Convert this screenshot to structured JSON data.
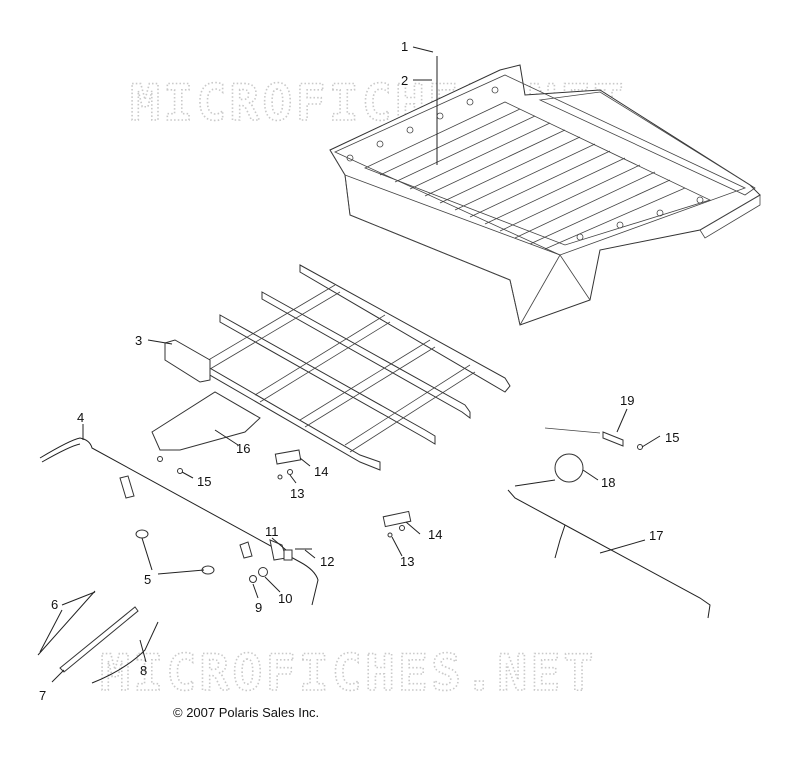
{
  "watermark": "MICROFICHES.NET",
  "copyright": "© 2007 Polaris Sales Inc.",
  "callouts": [
    {
      "id": "c1",
      "label": "1"
    },
    {
      "id": "c2",
      "label": "2"
    },
    {
      "id": "c3",
      "label": "3"
    },
    {
      "id": "c4",
      "label": "4"
    },
    {
      "id": "c5",
      "label": "5"
    },
    {
      "id": "c6",
      "label": "6"
    },
    {
      "id": "c7",
      "label": "7"
    },
    {
      "id": "c8",
      "label": "8"
    },
    {
      "id": "c9",
      "label": "9"
    },
    {
      "id": "c10",
      "label": "10"
    },
    {
      "id": "c11",
      "label": "11"
    },
    {
      "id": "c12",
      "label": "12"
    },
    {
      "id": "c13a",
      "label": "13"
    },
    {
      "id": "c13b",
      "label": "13"
    },
    {
      "id": "c14a",
      "label": "14"
    },
    {
      "id": "c14b",
      "label": "14"
    },
    {
      "id": "c15a",
      "label": "15"
    },
    {
      "id": "c15b",
      "label": "15"
    },
    {
      "id": "c16",
      "label": "16"
    },
    {
      "id": "c17",
      "label": "17"
    },
    {
      "id": "c18",
      "label": "18"
    },
    {
      "id": "c19",
      "label": "19"
    }
  ]
}
